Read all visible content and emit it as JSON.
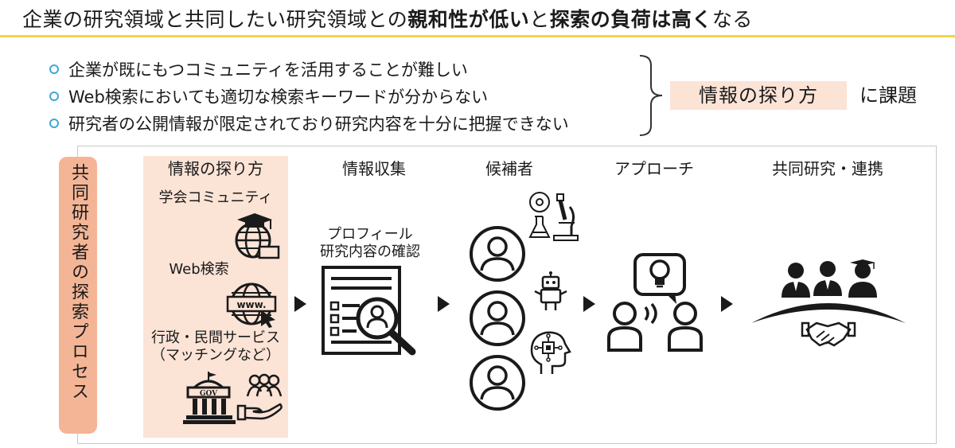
{
  "title": {
    "part1": "企業の研究領域と共同したい研究領域との",
    "bold1": "親和性が低い",
    "part2": "と",
    "bold2": "探索の負荷は高く",
    "part3": "なる"
  },
  "bullets": [
    "企業が既にもつコミュニティを活用することが難しい",
    "Web検索においても適切な検索キーワードが分からない",
    "研究者の公開情報が限定されており研究内容を十分に把握できない"
  ],
  "issue": {
    "label": "情報の探り方",
    "suffix": "に課題"
  },
  "process_label": "共同研究者の探索プロセス",
  "stages": [
    "情報の探り方",
    "情報収集",
    "候補者",
    "アプローチ",
    "共同研究・連携"
  ],
  "methods": {
    "community": "学会コミュニティ",
    "web": "Web検索",
    "gov_line1": "行政・民間サービス",
    "gov_line2": "（マッチングなど）"
  },
  "collect": {
    "line1": "プロフィール",
    "line2": "研究内容の確認"
  },
  "icon_text": {
    "www": "www.",
    "gov": "GOV"
  },
  "colors": {
    "accent_yellow": "#f2d44a",
    "bullet_blue": "#3ea8d8",
    "light_peach": "#fbe3d6",
    "salmon": "#f4b596"
  },
  "icons": [
    "mortarboard-globe-icon",
    "www-cursor-icon",
    "government-building-icon",
    "people-group-icon",
    "hand-icon",
    "document-magnifier-icon",
    "person-icon",
    "microscope-lab-icon",
    "robot-icon",
    "ai-head-icon",
    "lightbulb-bubble-icon",
    "speakers-icon",
    "handshake-team-icon"
  ]
}
